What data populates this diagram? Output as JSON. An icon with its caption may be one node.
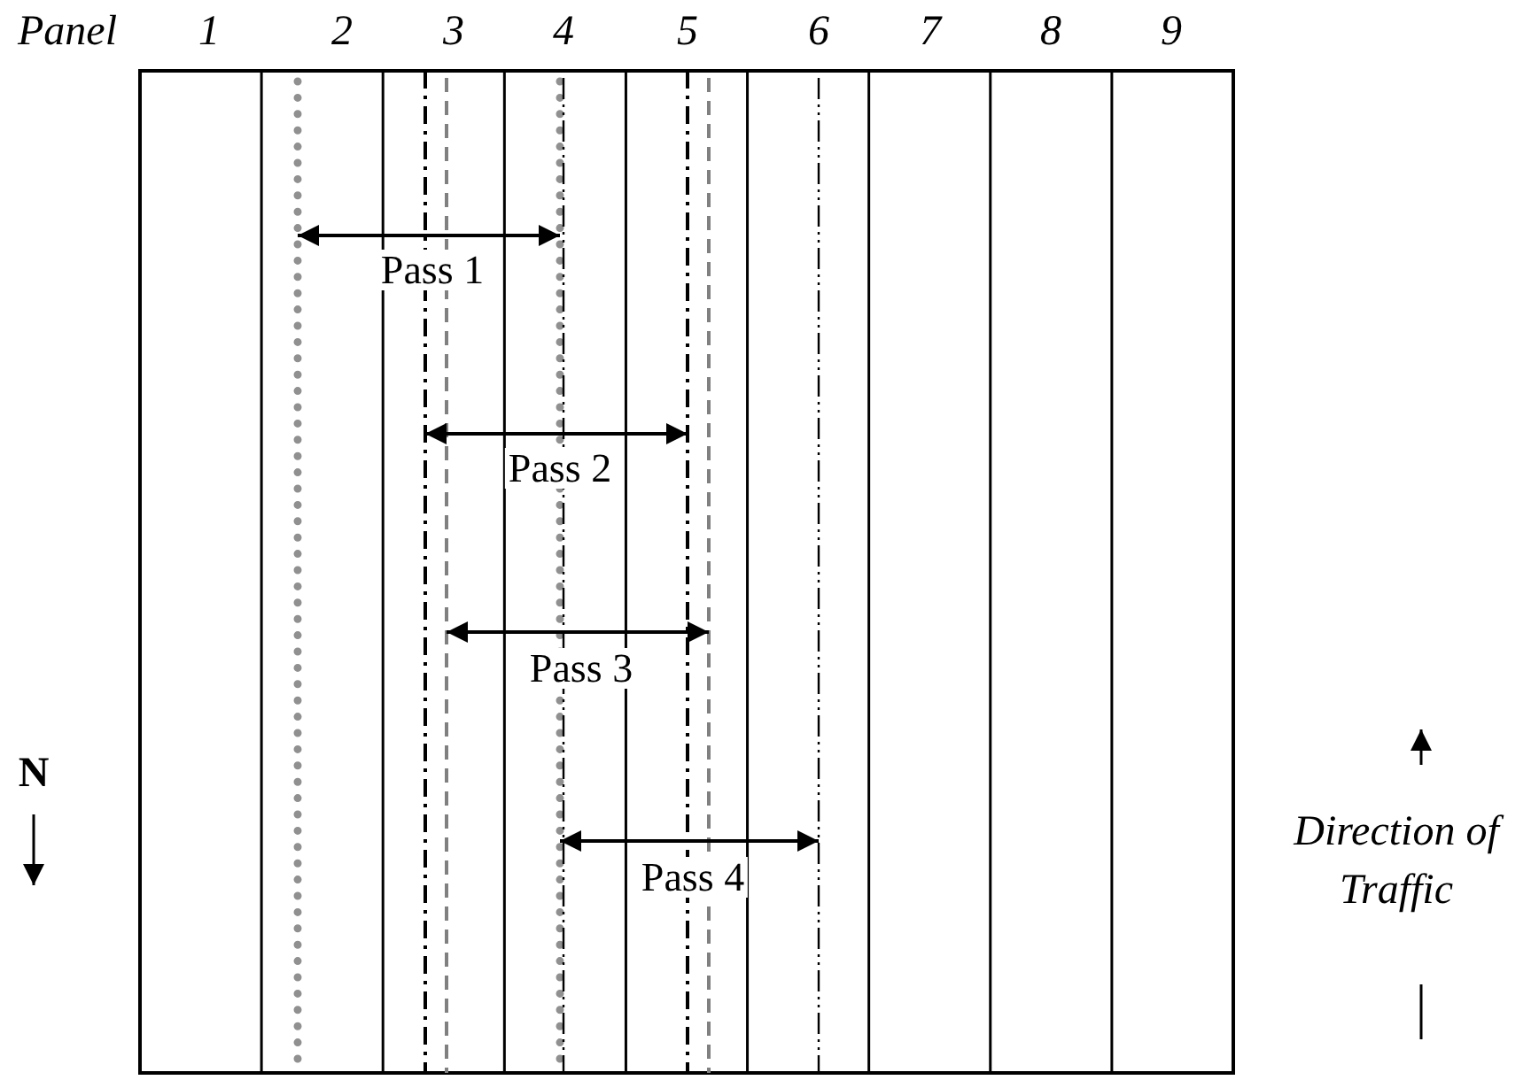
{
  "diagram": {
    "labels": [
      "Panel",
      "1",
      "2",
      "3",
      "4",
      "5",
      "6",
      "7",
      "8",
      "9",
      "Pass 1",
      "Pass 2",
      "Pass 3",
      "Pass 4",
      "N",
      "Direction of Traffic"
    ]
  }
}
